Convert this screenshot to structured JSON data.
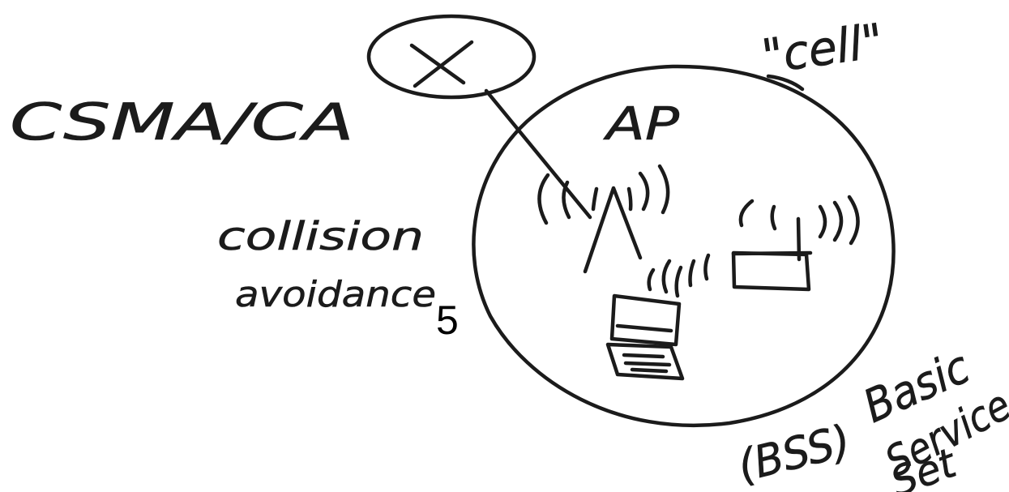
{
  "labels": {
    "protocol": "CSMA/CA",
    "collision": "collision",
    "avoidance": "avoidance",
    "number": "5",
    "ap": "AP",
    "cell": "\"cell\"",
    "bss": "(BSS)",
    "basic": "Basic",
    "service": "Service",
    "set": "Set"
  },
  "colors": {
    "ink": "#1b1b1b",
    "background": "#ffffff"
  }
}
